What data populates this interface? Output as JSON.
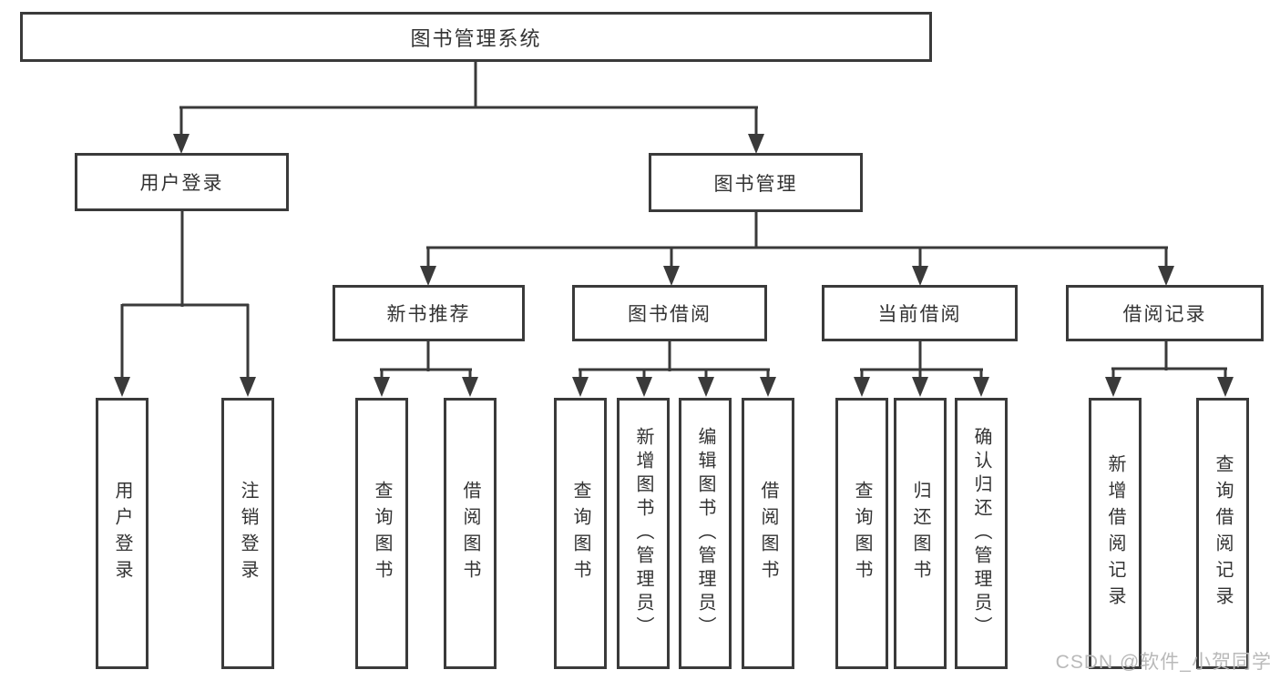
{
  "diagram_title": "图书管理系统",
  "tree": {
    "root": {
      "label": "图书管理系统"
    },
    "children": [
      {
        "label": "用户登录",
        "children": [
          {
            "label": "用户登录"
          },
          {
            "label": "注销登录"
          }
        ]
      },
      {
        "label": "图书管理",
        "children": [
          {
            "label": "新书推荐",
            "children": [
              {
                "label": "查询图书"
              },
              {
                "label": "借阅图书"
              }
            ]
          },
          {
            "label": "图书借阅",
            "children": [
              {
                "label": "查询图书"
              },
              {
                "label": "新增图书（管理员）"
              },
              {
                "label": "编辑图书（管理员）"
              },
              {
                "label": "借阅图书"
              }
            ]
          },
          {
            "label": "当前借阅",
            "children": [
              {
                "label": "查询图书"
              },
              {
                "label": "归还图书"
              },
              {
                "label": "确认归还（管理员）"
              }
            ]
          },
          {
            "label": "借阅记录",
            "children": [
              {
                "label": "新增借阅记录"
              },
              {
                "label": "查询借阅记录"
              }
            ]
          }
        ]
      }
    ]
  },
  "watermark": "CSDN @软件_小贺同学",
  "colors": {
    "line": "#3a3a3a",
    "text": "#333333",
    "watermark": "#b9b9b9",
    "background": "#ffffff"
  }
}
